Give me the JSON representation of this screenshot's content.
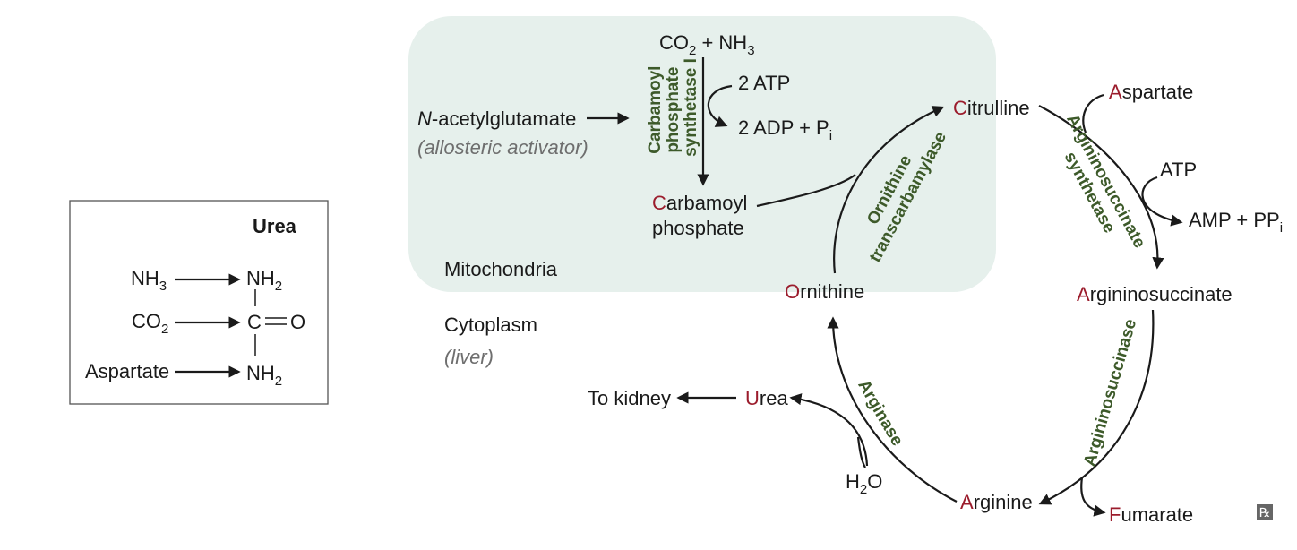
{
  "urea_box": {
    "title": "Urea",
    "inputs": [
      "NH",
      "CO",
      "Aspartate"
    ],
    "nh3_sub": "3",
    "co2_sub": "2",
    "c_atom": "C",
    "o_atom": "O",
    "nh2": "NH",
    "nh2_sub": "2"
  },
  "compartments": {
    "mitochondria": "Mitochondria",
    "cytoplasm": "Cytoplasm",
    "liver": "(liver)"
  },
  "mito": {
    "co2": "CO",
    "co2_sub": "2",
    "plus": " + ",
    "nh3": "NH",
    "nh3_sub": "3",
    "atp": "2 ATP",
    "adp": "2 ADP + P",
    "adp_sub": "i",
    "activator_prefix": "N",
    "activator_rest": "-acetylglutamate",
    "activator_note": "(allosteric activator)",
    "enzyme_lines": [
      "Carbamoyl",
      "phosphate",
      "synthetase I"
    ],
    "carbamoyl_first": "C",
    "carbamoyl_rest": "arbamoyl",
    "phosphate": "phosphate"
  },
  "cycle": {
    "citrulline_first": "C",
    "citrulline_rest": "itrulline",
    "ornithine_first": "O",
    "ornithine_rest": "rnithine",
    "argininosuccinate_first": "A",
    "argininosuccinate_rest": "rgininosuccinate",
    "arginine_first": "A",
    "arginine_rest": "rginine",
    "aspartate_first": "A",
    "aspartate_rest": "spartate",
    "fumarate_first": "F",
    "fumarate_rest": "umarate",
    "urea_first": "U",
    "urea_rest": "rea",
    "to_kidney": "To kidney",
    "atp": "ATP",
    "amp": "AMP + PP",
    "amp_sub": "i",
    "h2o_h": "H",
    "h2o_sub": "2",
    "h2o_o": "O"
  },
  "enzymes": {
    "ot_line1": "Ornithine",
    "ot_line2": "transcarbamylase",
    "as_line1": "Argininosuccinate",
    "as_line2": "synthetase",
    "asl": "Argininosuccinase",
    "arginase": "Arginase"
  },
  "logo": "℞",
  "colors": {
    "metabolite_red": "#9b1c2c",
    "enzyme_green": "#3d5a2a",
    "mito_fill": "#e6f0ec"
  }
}
